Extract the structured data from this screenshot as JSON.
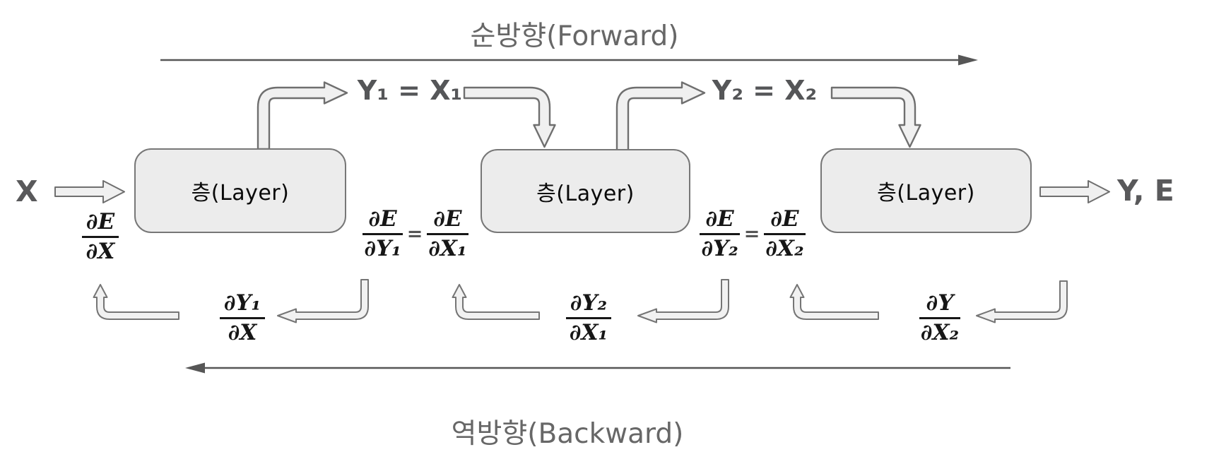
{
  "diagram": {
    "forward_title": "순방향(Forward)",
    "backward_title": "역방향(Backward)",
    "input_label": "X",
    "output_label": "Y, E",
    "layers": [
      {
        "label": "층(Layer)"
      },
      {
        "label": "층(Layer)"
      },
      {
        "label": "층(Layer)"
      }
    ],
    "identities": [
      {
        "text": "Y₁ = X₁"
      },
      {
        "text": "Y₂ = X₂"
      }
    ],
    "gradients": {
      "input": {
        "num": "∂E",
        "den": "∂X"
      },
      "eq1": {
        "left_num": "∂E",
        "left_den": "∂Y₁",
        "equals": "=",
        "right_num": "∂E",
        "right_den": "∂X₁"
      },
      "eq2": {
        "left_num": "∂E",
        "left_den": "∂Y₂",
        "equals": "=",
        "right_num": "∂E",
        "right_den": "∂X₂"
      },
      "back": [
        {
          "num": "∂Y₁",
          "den": "∂X"
        },
        {
          "num": "∂Y₂",
          "den": "∂X₁"
        },
        {
          "num": "∂Y",
          "den": "∂X₂"
        }
      ]
    },
    "colors": {
      "box_fill": "#ececec",
      "box_border": "#777777",
      "block_arrow_fill": "#f0f0f0",
      "block_arrow_stroke": "#6f6f6f",
      "flow_line": "#565656",
      "title_gray": "#676767",
      "label_dark": "#59595b",
      "math_ink": "#161616"
    }
  }
}
